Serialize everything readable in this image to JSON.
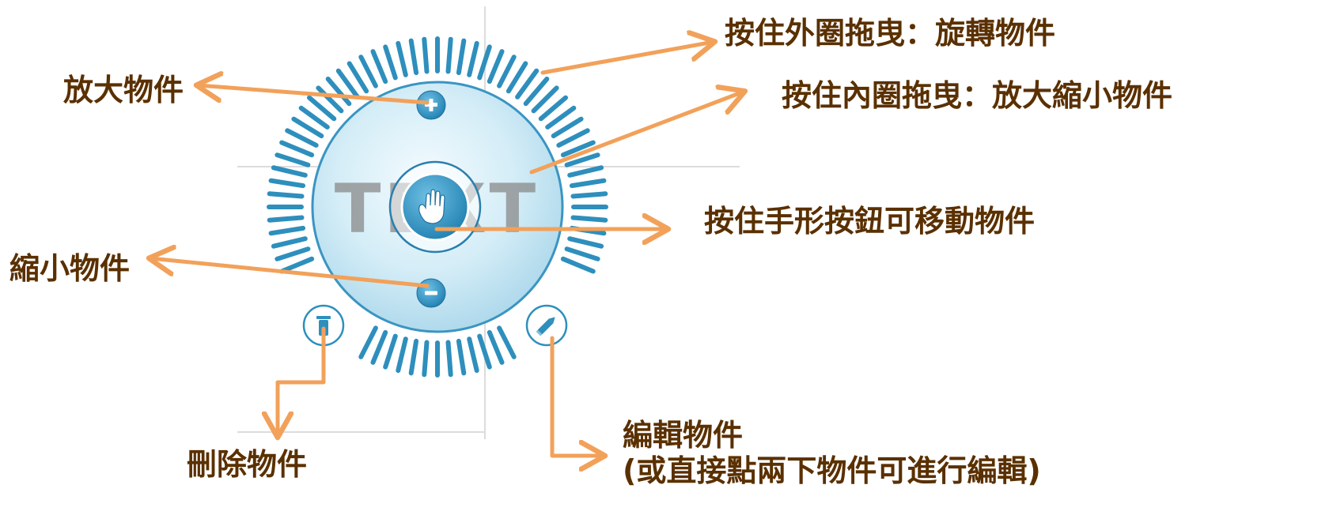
{
  "colors": {
    "annotation_text": "#5a3000",
    "arrow": "#f2a15a",
    "dial_blue": "#2e8fbd",
    "dial_face": "#cfe9f4",
    "guide_line": "#dcdcdc"
  },
  "widget": {
    "preview_text": "TEXT",
    "zoom_in_icon": "plus-icon",
    "zoom_out_icon": "minus-icon",
    "move_icon": "hand-icon",
    "delete_icon": "trash-icon",
    "edit_icon": "pencil-icon"
  },
  "annotations": {
    "rotate": "按住外圈拖曳：旋轉物件",
    "scale": "按住內圈拖曳：放大縮小物件",
    "zoom_in": "放大物件",
    "move": "按住手形按鈕可移動物件",
    "zoom_out": "縮小物件",
    "delete": "刪除物件",
    "edit_line1": "編輯物件",
    "edit_line2": "(或直接點兩下物件可進行編輯)"
  }
}
